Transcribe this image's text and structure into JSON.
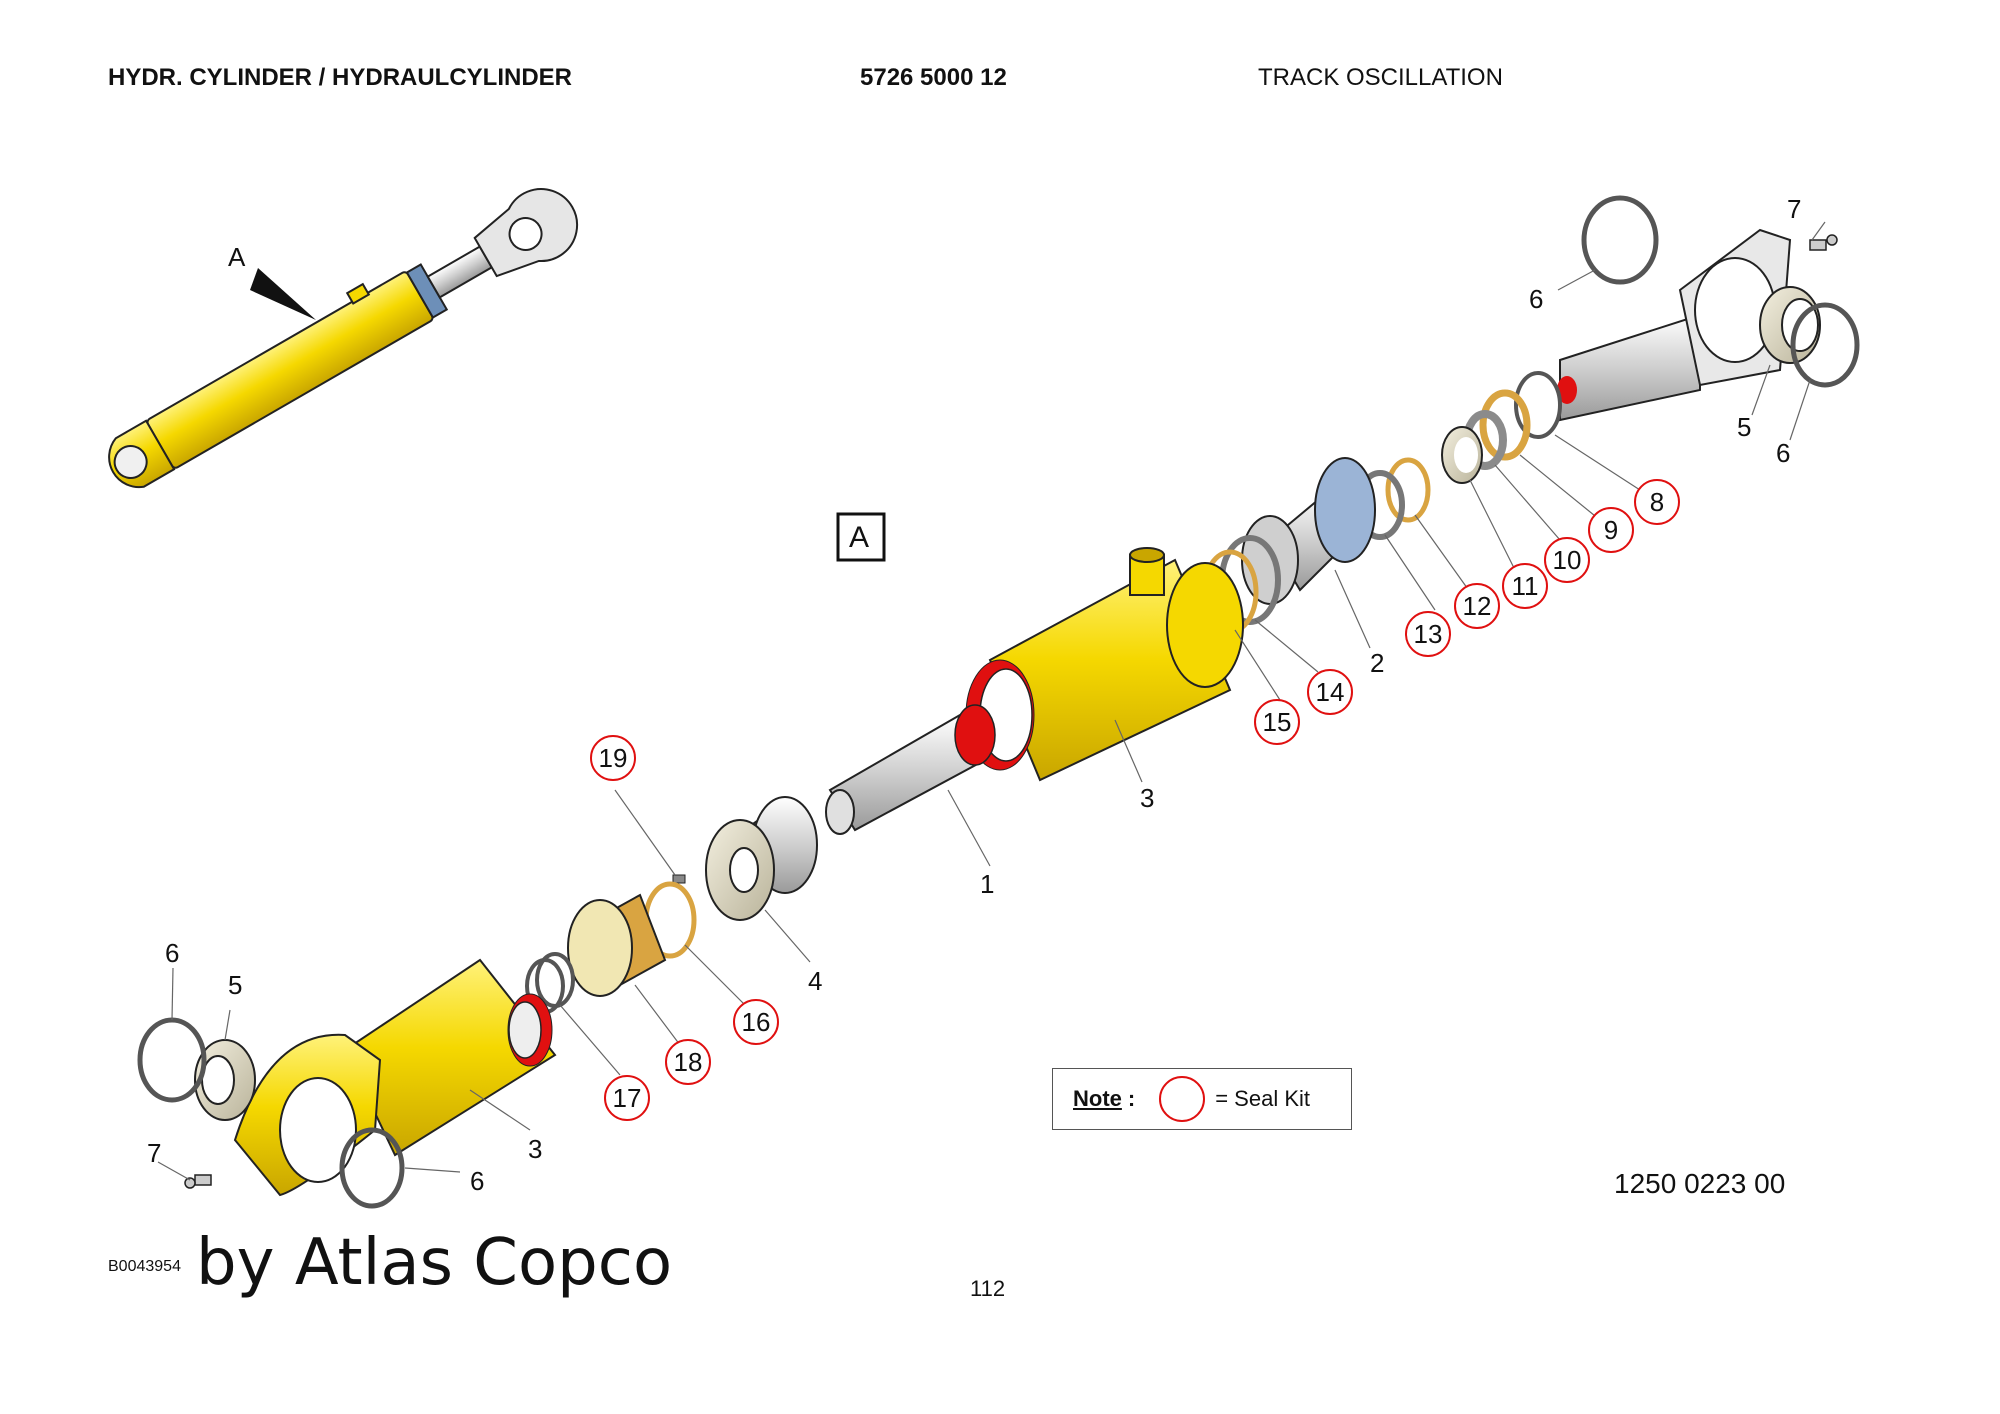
{
  "header": {
    "title": "HYDR. CYLINDER / HYDRAULCYLINDER",
    "part_number": "5726 5000 12",
    "section": "TRACK OSCILLATION"
  },
  "view_marker": "A",
  "view_box_label": "A",
  "parts": {
    "p1": "1",
    "p2": "2",
    "p3a": "3",
    "p3b": "3",
    "p4": "4",
    "p5a": "5",
    "p5b": "5",
    "p6a": "6",
    "p6b": "6",
    "p6c": "6",
    "p6d": "6",
    "p7a": "7",
    "p7b": "7",
    "p8": "8",
    "p9": "9",
    "p10": "10",
    "p11": "11",
    "p12": "12",
    "p13": "13",
    "p14": "14",
    "p15": "15",
    "p16": "16",
    "p17": "17",
    "p18": "18",
    "p19": "19"
  },
  "note": {
    "label": "Note",
    "colon": ":",
    "text": "= Seal Kit"
  },
  "drawing_number": "1250 0223 00",
  "reference_code": "B0043954",
  "watermark": "by Atlas Copco",
  "page_number": "112",
  "colors": {
    "cylinder": "#f5d800",
    "seal_ring": "#e01010",
    "rod_metal": "#d9d9d9",
    "gland": "#9bb4d6",
    "bronze": "#d9a441"
  }
}
